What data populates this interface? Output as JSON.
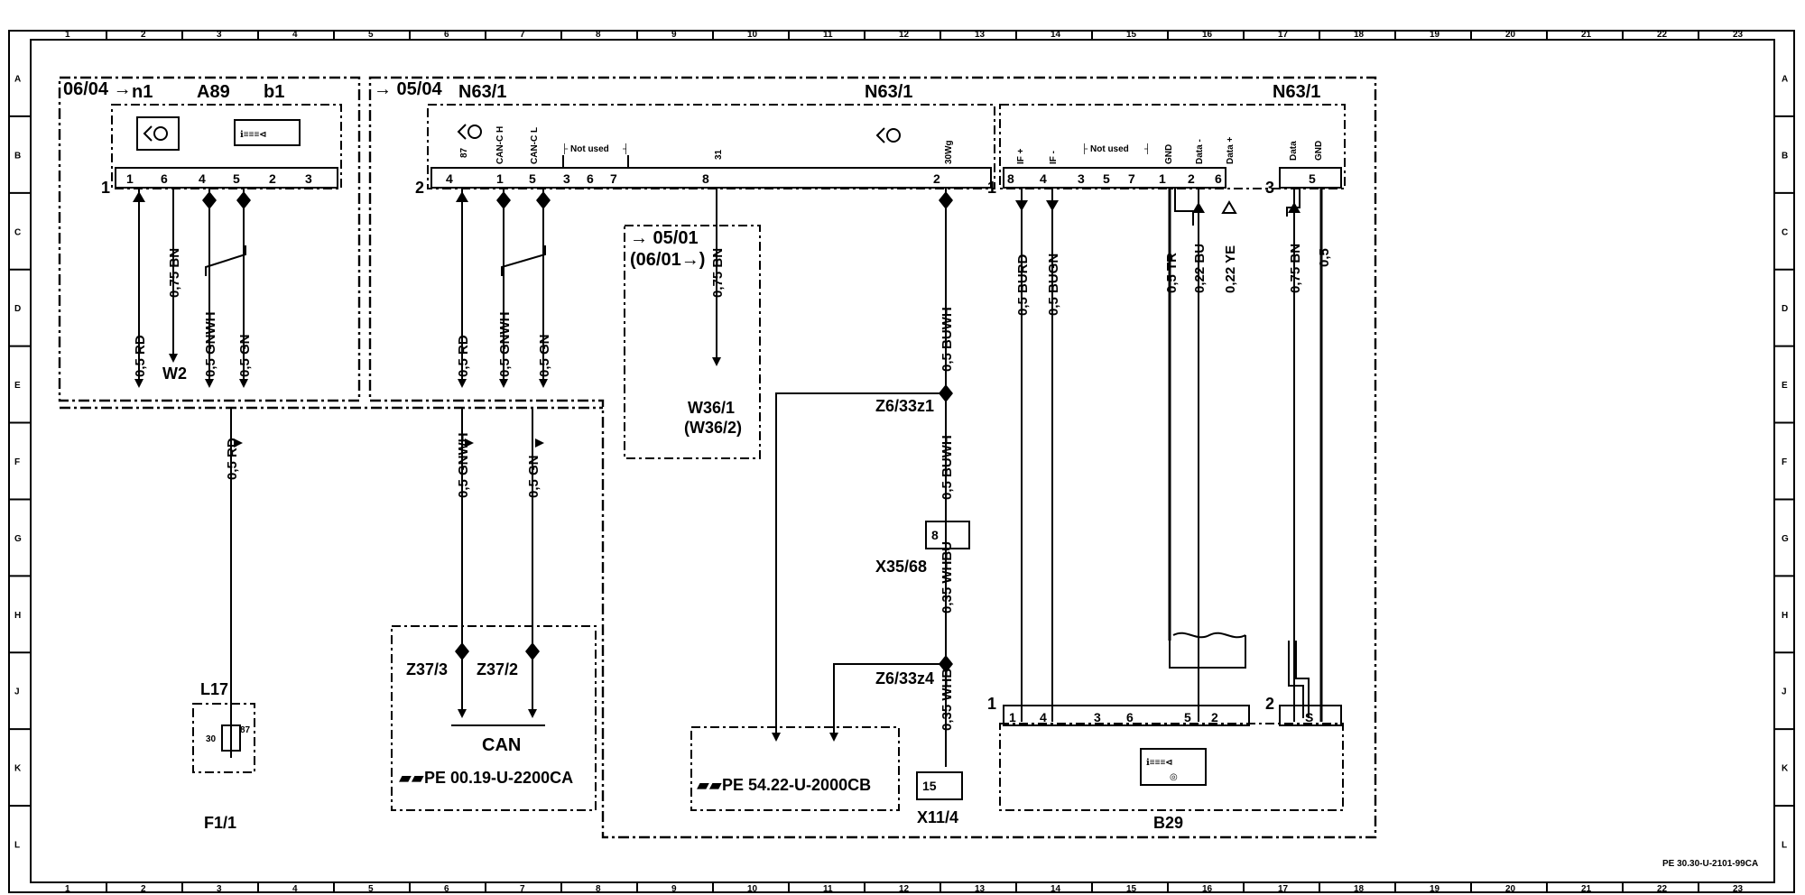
{
  "document_code": "PE 30.30-U-2101-99CA",
  "grid": {
    "columns": [
      "1",
      "2",
      "3",
      "4",
      "5",
      "6",
      "7",
      "8",
      "9",
      "10",
      "11",
      "12",
      "13",
      "14",
      "15",
      "16",
      "17",
      "18",
      "19",
      "20",
      "21",
      "22",
      "23"
    ],
    "rows": [
      "A",
      "B",
      "C",
      "D",
      "E",
      "F",
      "G",
      "H",
      "J",
      "K",
      "L"
    ]
  },
  "modules": {
    "a89": {
      "date": "06/04 →",
      "label_n1": "n1",
      "label": "A89",
      "label_b1": "b1",
      "connector": "1",
      "pins": [
        "1",
        "6",
        "4",
        "5",
        "2",
        "3"
      ]
    },
    "n63_left": {
      "date": "→ 05/04",
      "label": "N63/1",
      "connector": "2",
      "pins": [
        "4",
        "1",
        "5",
        "3",
        "6",
        "7",
        "8",
        "2"
      ],
      "pin_names": [
        "87",
        "CAN-C H",
        "CAN-C L",
        "31",
        "30Wg"
      ],
      "not_used": "Not used"
    },
    "n63_center": {
      "label": "N63/1"
    },
    "n63_right": {
      "label": "N63/1",
      "connector_left": "1",
      "connector_right": "3",
      "pins": [
        "8",
        "4",
        "3",
        "5",
        "7",
        "1",
        "2",
        "6",
        "5"
      ],
      "pin_names": [
        "IF +",
        "IF -",
        "GND",
        "Data -",
        "Data +",
        "Data",
        "GND"
      ],
      "not_used": "Not used"
    },
    "w36": {
      "date_top": "→ 05/01",
      "date_bottom": "(06/01→)",
      "ground": "W36/1",
      "ground_alt": "(W36/2)"
    },
    "b29": {
      "label": "B29",
      "connector_left": "1",
      "connector_right": "2",
      "pins": [
        "1",
        "4",
        "3",
        "6",
        "5",
        "2",
        "S"
      ]
    },
    "can_box": {
      "z_left": "Z37/3",
      "z_right": "Z37/2",
      "bus": "CAN",
      "ref": "PE 00.19-U-2200CA"
    },
    "ref_box": {
      "ref": "PE 54.22-U-2000CB"
    },
    "fuse": {
      "label": "L17",
      "ref": "F1/1",
      "pins": [
        "30",
        "87"
      ]
    }
  },
  "wires": {
    "a89_pin1": "0,5 RD",
    "a89_pin6": "0,75 BN",
    "a89_pin4": "0,5 GNWH",
    "a89_pin5": "0,5 GN",
    "ground_w2": "W2",
    "n63_pin4": "0,5 RD",
    "n63_pin1": "0,5 GNWH",
    "n63_pin5": "0,5 GN",
    "n63_pin8": "0,75 BN",
    "n63_pin2": "0,5 BUWH",
    "bus_rd": "0,5 RD",
    "bus_gnwh": "0,5 GNWH",
    "bus_gn": "0,5 GN",
    "splice1": "Z6/33z1",
    "after_splice1": "0,5 BUWH",
    "connector_x35": "X35/68",
    "x35_pin": "8",
    "after_x35": "0,35 WHBU",
    "splice2": "Z6/33z4",
    "after_splice2": "0,35 WHBU",
    "connector_x11": "X11/4",
    "x11_pin": "15",
    "r_pin8": "0,5 BURD",
    "r_pin4": "0,5 BUGN",
    "r_pin1": "0,5 TR",
    "r_pin2": "0,22 BU",
    "r_pin6": "0,22 YE",
    "r_pin3a": "0,75 BN",
    "r_pin3b": "0,5"
  }
}
